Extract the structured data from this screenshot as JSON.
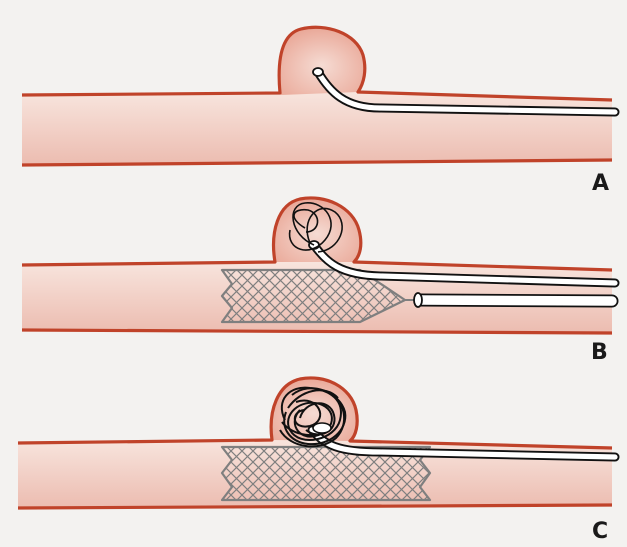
{
  "panels": [
    {
      "label": "A"
    },
    {
      "label": "B"
    },
    {
      "label": "C"
    }
  ],
  "colors": {
    "background": "#f3f2f0",
    "vessel_fill": "#efc6bc",
    "vessel_center": "#f7e3dc",
    "vessel_wall": "#c0432a",
    "aneurysm_fill": "#eba594",
    "stent": "#7f7f7f",
    "catheter": "#111111",
    "coil": "#111111"
  }
}
